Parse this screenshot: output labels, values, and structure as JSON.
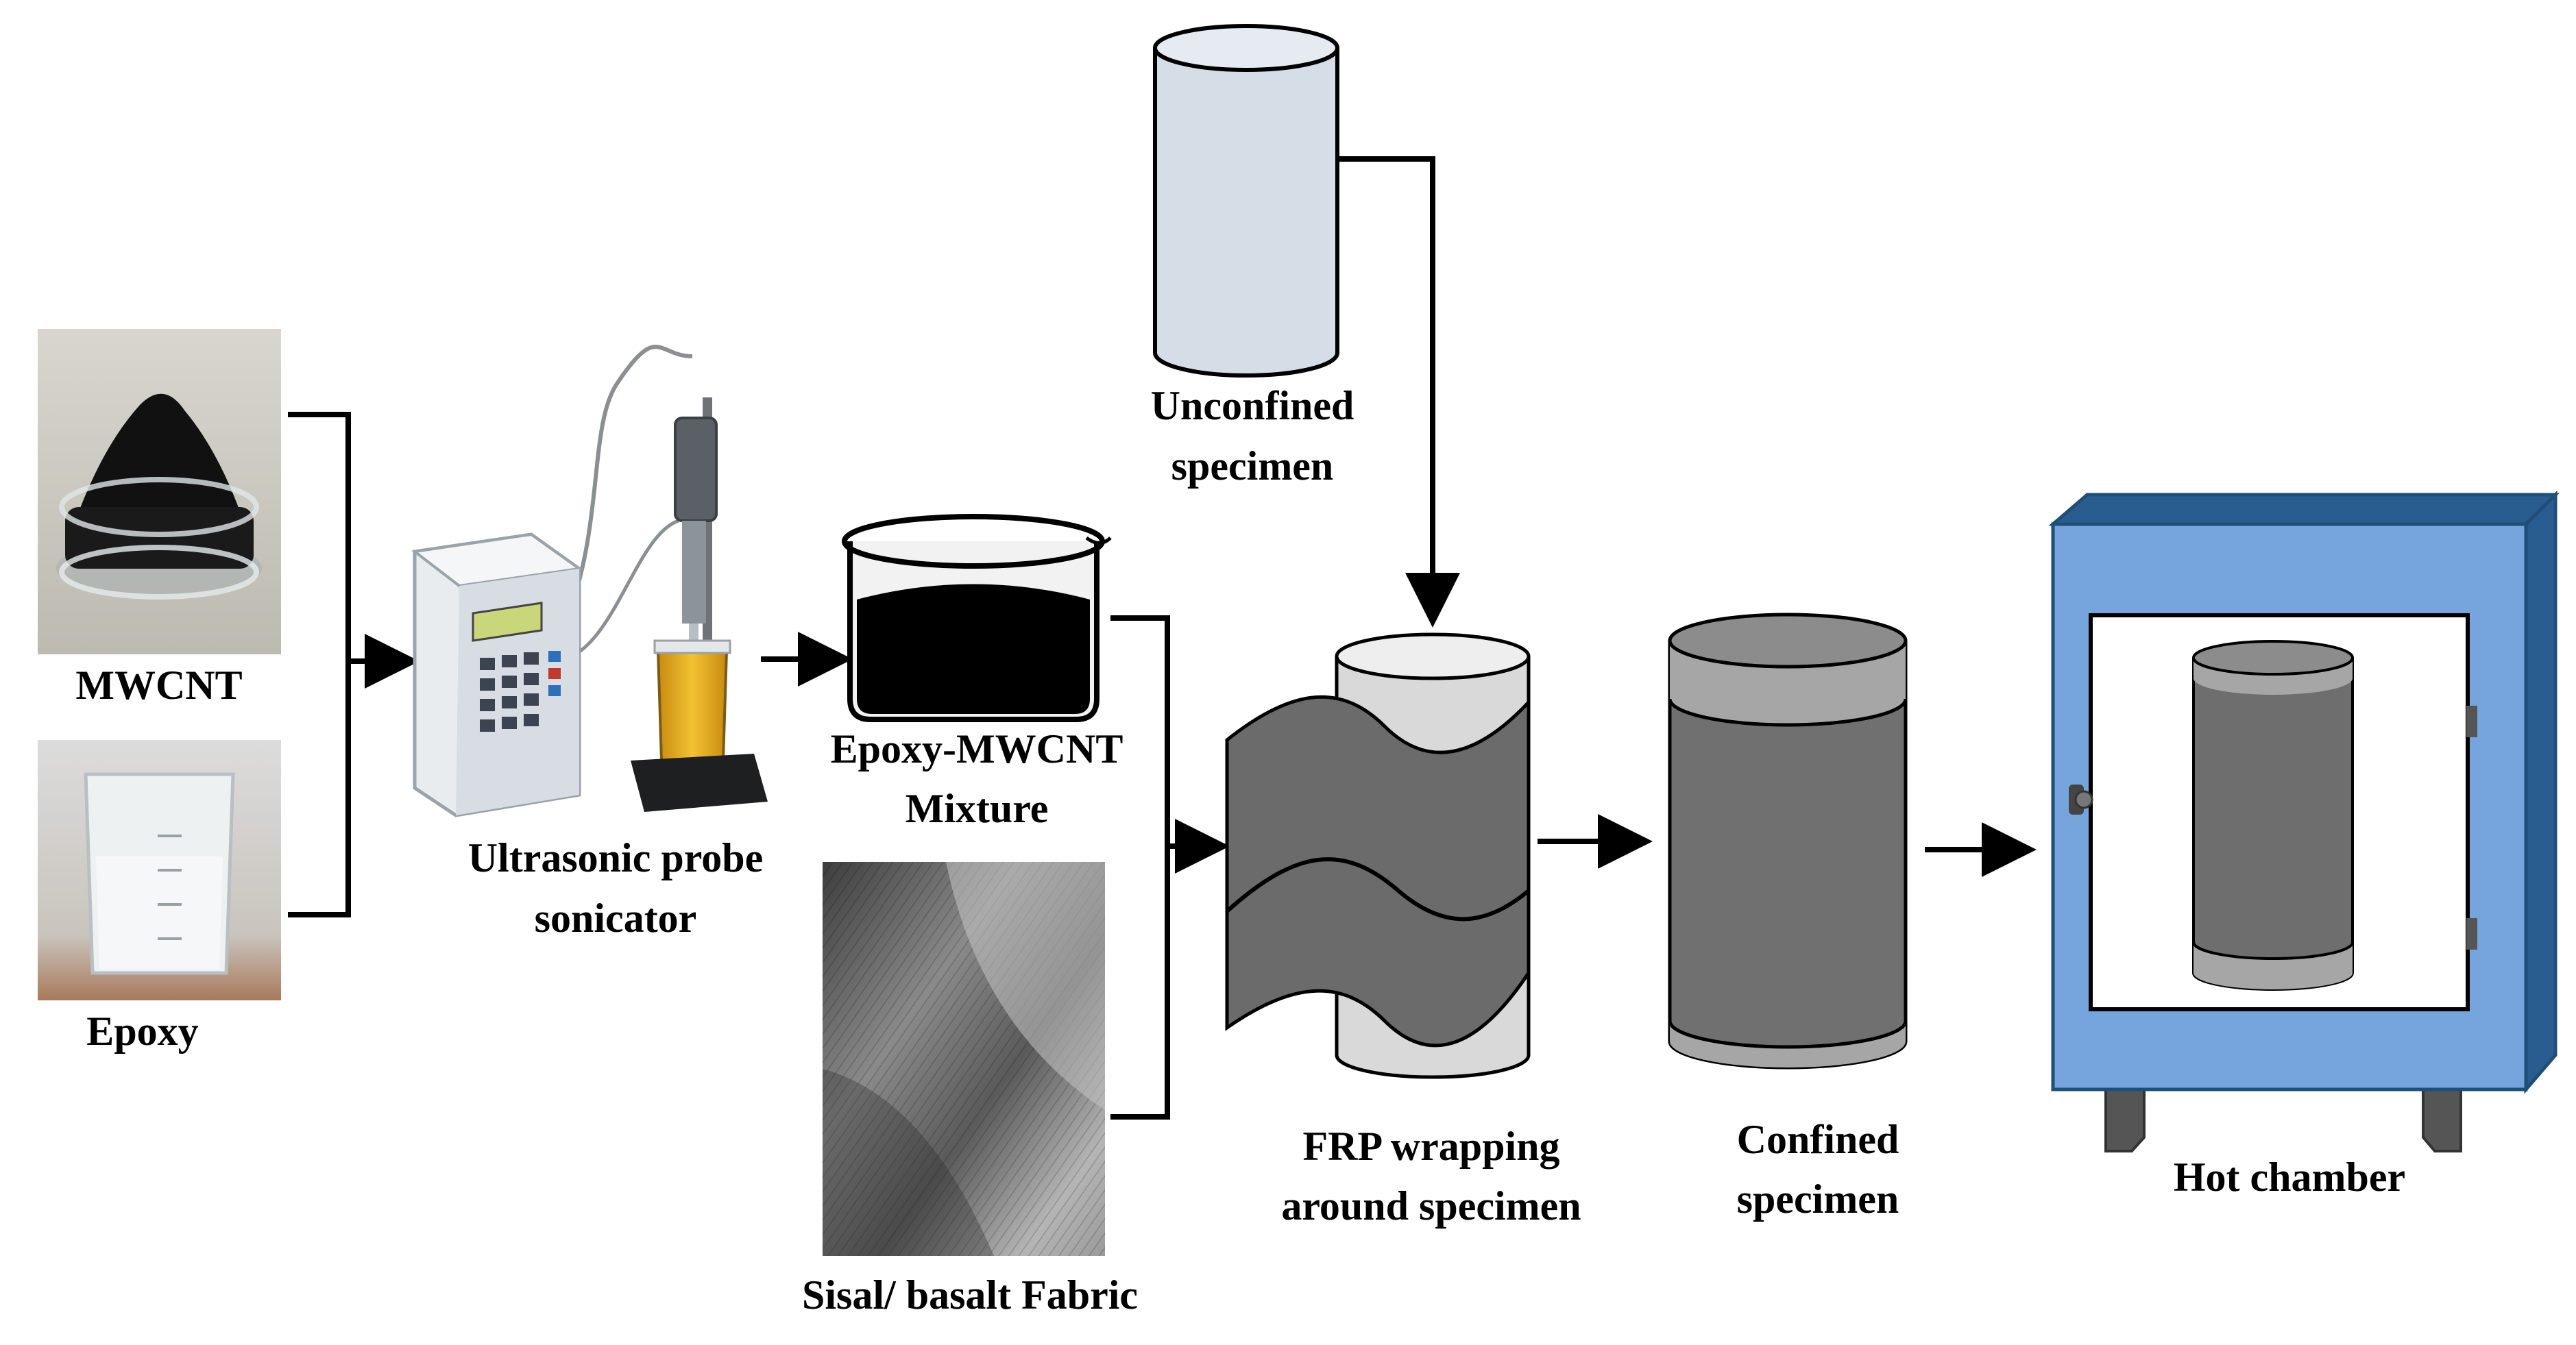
{
  "labels": {
    "mwcnt": "MWCNT",
    "epoxy": "Epoxy",
    "sonicator_line1": "Ultrasonic probe",
    "sonicator_line2": "sonicator",
    "mixture_line1": "Epoxy-MWCNT",
    "mixture_line2": "Mixture",
    "fabric": "Sisal/ basalt Fabric",
    "unconfined_line1": "Unconfined",
    "unconfined_line2": "specimen",
    "wrapping_line1": "FRP wrapping",
    "wrapping_line2": "around specimen",
    "confined_line1": "Confined",
    "confined_line2": "specimen",
    "chamber": "Hot chamber"
  },
  "colors": {
    "line": "#000000",
    "wrap_fabric": "#6b6b6b",
    "specimen_light": "#d9d9d9",
    "specimen_top": "#eeeeee",
    "confined_body": "#707070",
    "confined_band": "#a6a6a6",
    "chamber_fill": "#76a4dd",
    "chamber_edge": "#1f4e79",
    "unconfined_fill": "#d5dde6",
    "mixture_fill": "#000000"
  }
}
